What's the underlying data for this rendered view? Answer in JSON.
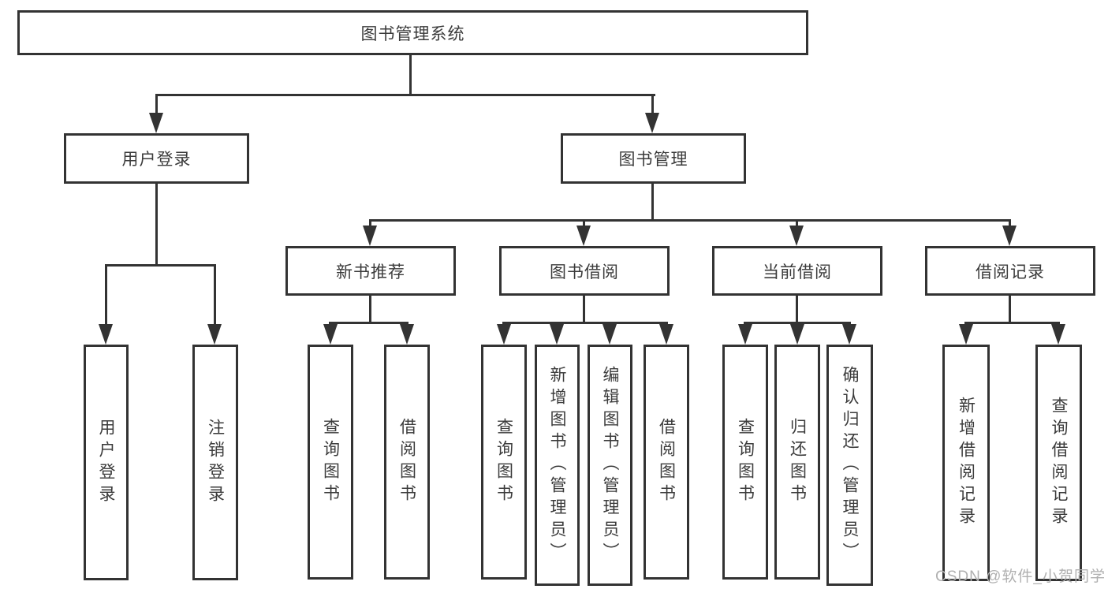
{
  "diagram": {
    "root": {
      "label": "图书管理系统"
    },
    "level2": {
      "user_login": {
        "label": "用户登录"
      },
      "book_management": {
        "label": "图书管理"
      }
    },
    "level3": {
      "new_book_recommend": {
        "label": "新书推荐"
      },
      "book_borrow": {
        "label": "图书借阅"
      },
      "current_borrow": {
        "label": "当前借阅"
      },
      "borrow_records": {
        "label": "借阅记录"
      }
    },
    "leaves": {
      "user_login_leaf": {
        "label": "用户登录"
      },
      "logout_leaf": {
        "label": "注销登录"
      },
      "recommend_query_books": {
        "label": "查询图书"
      },
      "recommend_borrow_books": {
        "label": "借阅图书"
      },
      "borrow_query_books": {
        "label": "查询图书"
      },
      "borrow_add_books": {
        "label": "新增图书（管理员）"
      },
      "borrow_edit_books": {
        "label": "编辑图书（管理员）"
      },
      "borrow_borrow_books": {
        "label": "借阅图书"
      },
      "current_query_books": {
        "label": "查询图书"
      },
      "current_return_books": {
        "label": "归还图书"
      },
      "current_confirm_return": {
        "label": "确认归还（管理员）"
      },
      "records_add": {
        "label": "新增借阅记录"
      },
      "records_query": {
        "label": "查询借阅记录"
      }
    },
    "watermark": {
      "label": "CSDN @软件_小贺同学"
    },
    "colors": {
      "line": "#333333",
      "text": "#3b3b3b",
      "background": "#ffffff",
      "watermark": "#b0b0b0"
    }
  }
}
